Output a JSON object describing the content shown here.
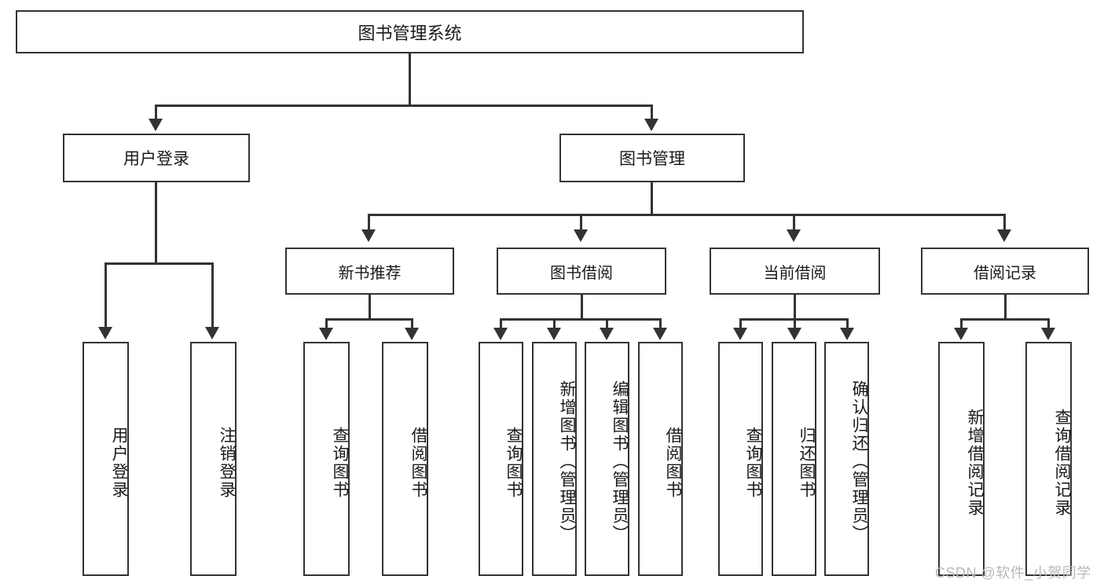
{
  "diagram": {
    "type": "hierarchy-tree",
    "title": "图书管理系统",
    "root": {
      "label": "图书管理系统"
    },
    "level2": [
      {
        "label": "用户登录"
      },
      {
        "label": "图书管理"
      }
    ],
    "level3": [
      {
        "label": "新书推荐"
      },
      {
        "label": "图书借阅"
      },
      {
        "label": "当前借阅"
      },
      {
        "label": "借阅记录"
      }
    ],
    "leaves": [
      {
        "label": "用户登录"
      },
      {
        "label": "注销登录"
      },
      {
        "label": "查询图书"
      },
      {
        "label": "借阅图书"
      },
      {
        "label": "查询图书"
      },
      {
        "label": "新增图书（管理员）"
      },
      {
        "label": "编辑图书（管理员）"
      },
      {
        "label": "借阅图书"
      },
      {
        "label": "查询图书"
      },
      {
        "label": "归还图书"
      },
      {
        "label": "确认归还（管理员）"
      },
      {
        "label": "新增借阅记录"
      },
      {
        "label": "查询借阅记录"
      }
    ]
  },
  "watermark": {
    "text": "CSDN @软件_小贺同学"
  },
  "colors": {
    "stroke": "#333333",
    "background": "#ffffff",
    "text": "#1a1a1a",
    "watermark": "#b9b9b9"
  }
}
